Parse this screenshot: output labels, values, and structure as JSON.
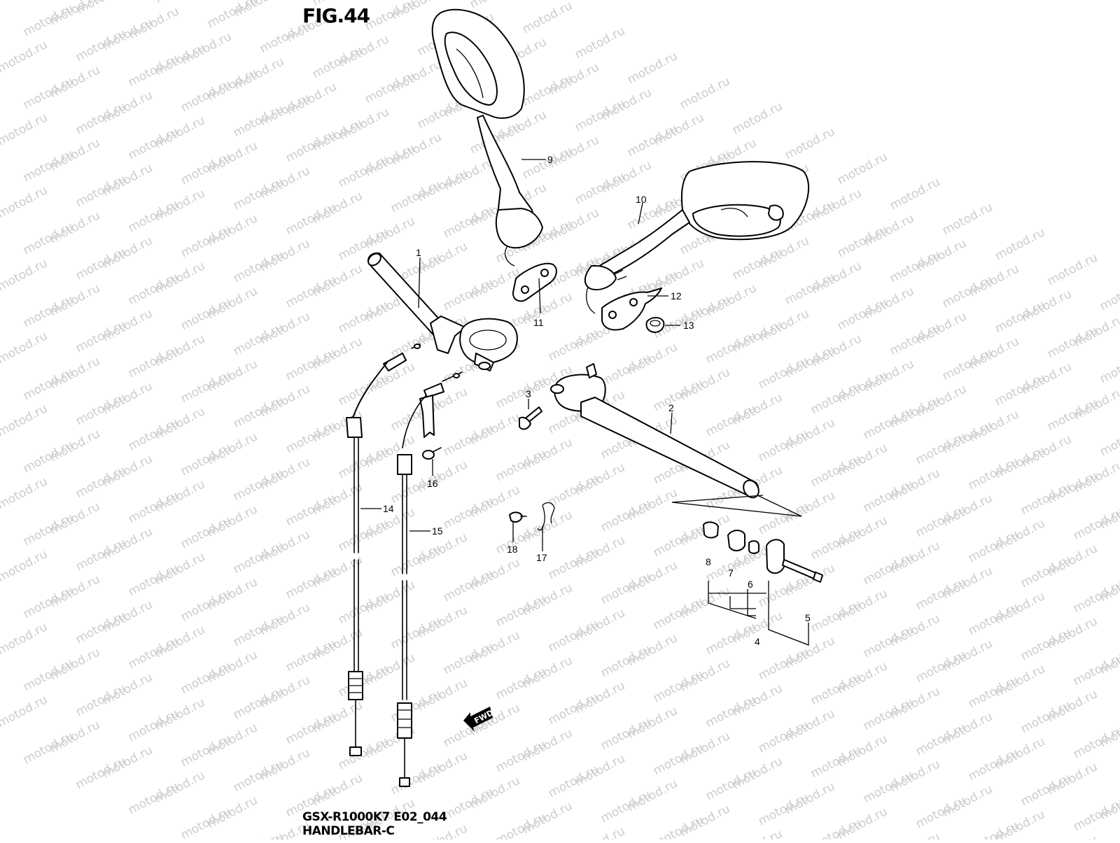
{
  "figure": {
    "title": "FIG.44",
    "caption_line1": "GSX-R1000K7 E02_044",
    "caption_line2": "HANDLEBAR-C"
  },
  "watermark": "motod.ru",
  "callouts": [
    "1",
    "2",
    "3",
    "4",
    "5",
    "6",
    "7",
    "8",
    "9",
    "10",
    "11",
    "12",
    "13",
    "14",
    "15",
    "16",
    "17",
    "18"
  ],
  "badge": {
    "text": "FWD"
  },
  "colors": {
    "ink": "#000000",
    "watermark": "#cccccc",
    "background": "#ffffff"
  }
}
